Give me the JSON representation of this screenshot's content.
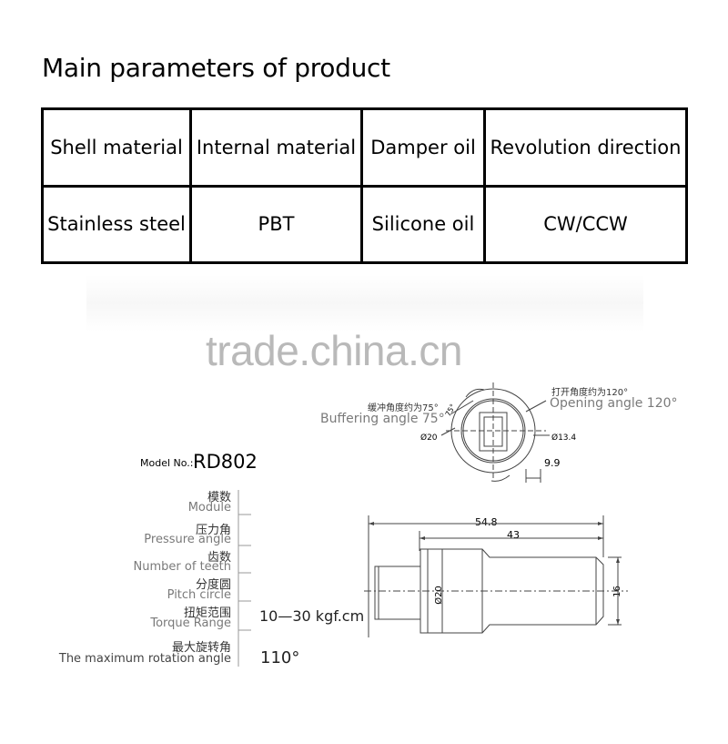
{
  "title": "Main parameters of product",
  "table": {
    "headers": [
      "Shell material",
      "Internal material",
      "Damper oil",
      "Revolution direction"
    ],
    "values": [
      "Stainless steel",
      "PBT",
      "Silicone oil",
      "CW/CCW"
    ]
  },
  "watermark": "trade.china.cn",
  "model": {
    "label": "Model No.:",
    "value": "RD802"
  },
  "specs": [
    {
      "cn": "模数",
      "en": "Module",
      "value": ""
    },
    {
      "cn": "压力角",
      "en": "Pressure angle",
      "value": ""
    },
    {
      "cn": "齿数",
      "en": "Number of teeth",
      "value": ""
    },
    {
      "cn": "分度圆",
      "en": "Pitch circle",
      "value": ""
    },
    {
      "cn": "扭矩范围",
      "en": "Torque Range",
      "value": "10—30 kgf.cm"
    },
    {
      "cn": "最大旋转角",
      "en": "The maximum rotation angle",
      "value": "110°"
    }
  ],
  "top_view": {
    "buffer_cn": "缓冲角度约为75°",
    "buffer_en": "Buffering angle 75°",
    "open_cn": "打开角度约为120°",
    "open_en": "Opening angle 120°",
    "dim_d20": "Ø20",
    "dim_d134": "Ø13.4",
    "dim_99": "9.9",
    "dim_75": "75°"
  },
  "side_view": {
    "dim_548": "54.8",
    "dim_43": "43",
    "dim_d20": "Ø20",
    "dim_16": "16"
  }
}
